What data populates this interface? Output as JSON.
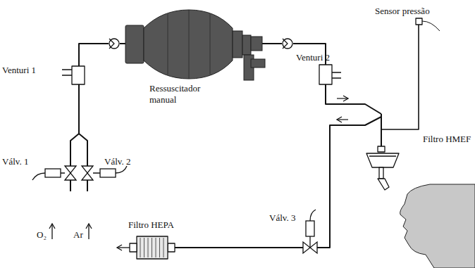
{
  "diagram": {
    "labels": [
      "Sensor pressão",
      "Venturi 1",
      "Ressuscitador manual",
      "Venturi 2",
      "Filtro HMEF",
      "Válv. 1",
      "Válv. 2",
      "Válv. 3",
      "Filtro HEPA",
      "O₂",
      "Ar"
    ]
  }
}
